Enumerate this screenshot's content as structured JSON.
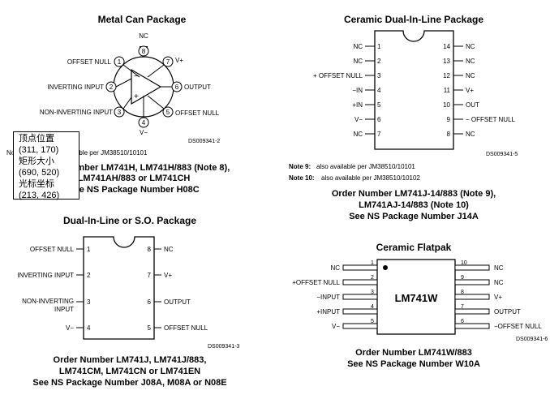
{
  "colors": {
    "ink": "#000000",
    "overlay_bg": "#ffffff"
  },
  "metal_can": {
    "title": "Metal Can Package",
    "nc_top": "NC",
    "pins": {
      "p1": "OFFSET NULL",
      "p2": "INVERTING INPUT",
      "p3": "NON-INVERTING INPUT",
      "p5": "OFFSET NULL",
      "p6": "OUTPUT",
      "p7": "V+",
      "p4": "V−"
    },
    "numbers": [
      "1",
      "2",
      "3",
      "4",
      "5",
      "6",
      "7",
      "8"
    ],
    "plus": "+",
    "minus": "−",
    "ds": "DS009341-2",
    "note_line": "Note 8: LM741H is available per JM38510/10101",
    "order": [
      "Order Number LM741H, LM741H/883 (Note 8),",
      "LM741AH/883 or LM741CH",
      "See NS Package Number H08C"
    ]
  },
  "ceramic_dip": {
    "title": "Ceramic Dual-In-Line Package",
    "left_labels": [
      "NC",
      "NC",
      "+ OFFSET NULL",
      "−IN",
      "+IN",
      "V−",
      "NC"
    ],
    "left_nums": [
      "1",
      "2",
      "3",
      "4",
      "5",
      "6",
      "7"
    ],
    "right_labels": [
      "NC",
      "NC",
      "NC",
      "V+",
      "OUT",
      "− OFFSET NULL",
      "NC"
    ],
    "right_nums": [
      "14",
      "13",
      "12",
      "11",
      "10",
      "9",
      "8"
    ],
    "ds": "DS009341-5",
    "note9_tag": "Note 9:",
    "note9": "also available per JM38510/10101",
    "note10_tag": "Note 10:",
    "note10": "also available per JM38510/10102",
    "order": [
      "Order Number LM741J-14/883 (Note 9),",
      "LM741AJ-14/883 (Note 10)",
      "See NS Package Number J14A"
    ]
  },
  "dual_so": {
    "title": "Dual-In-Line or S.O. Package",
    "left_labels": [
      "OFFSET NULL",
      "INVERTING INPUT",
      "NON-INVERTING",
      "INPUT",
      "V−"
    ],
    "left_nums": [
      "1",
      "2",
      "3",
      "4"
    ],
    "right_labels": [
      "NC",
      "V+",
      "OUTPUT",
      "OFFSET NULL"
    ],
    "right_nums": [
      "8",
      "7",
      "6",
      "5"
    ],
    "ds": "DS009341-3",
    "order": [
      "Order Number LM741J, LM741J/883,",
      "LM741CM, LM741CN or LM741EN",
      "See NS Package Number J08A, M08A or N08E"
    ]
  },
  "flatpak": {
    "title": "Ceramic Flatpak",
    "chip": "LM741W",
    "left_labels": [
      "NC",
      "+OFFSET NULL",
      "−INPUT",
      "+INPUT",
      "V−"
    ],
    "left_nums": [
      "1",
      "2",
      "3",
      "4",
      "5"
    ],
    "right_labels": [
      "NC",
      "NC",
      "V+",
      "OUTPUT",
      "−OFFSET NULL"
    ],
    "right_nums": [
      "10",
      "9",
      "8",
      "7",
      "6"
    ],
    "ds": "DS009341-6",
    "order": [
      "Order Number LM741W/883",
      "See NS Package Number W10A"
    ]
  },
  "overlay": {
    "lines": [
      "顶点位置",
      "(311, 170)",
      "矩形大小",
      "(690, 520)",
      "光标坐标",
      "(213, 426)"
    ]
  }
}
